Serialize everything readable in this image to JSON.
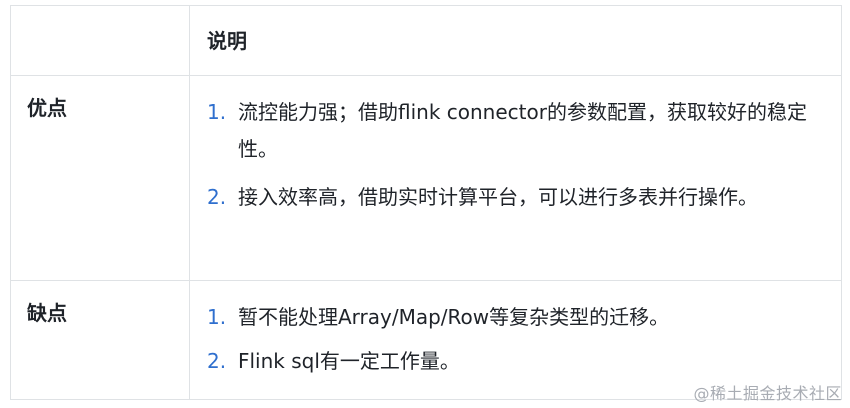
{
  "table": {
    "header": {
      "col1": "",
      "col2": "说明"
    },
    "rows": [
      {
        "label": "优点",
        "items": [
          {
            "num": "1.",
            "text": "流控能力强；借助flink connector的参数配置，获取较好的稳定性。"
          },
          {
            "num": "2.",
            "text": "接入效率高，借助实时计算平台，可以进行多表并行操作。"
          }
        ]
      },
      {
        "label": "缺点",
        "items": [
          {
            "num": "1.",
            "text": "暂不能处理Array/Map/Row等复杂类型的迁移。"
          },
          {
            "num": "2.",
            "text": "Flink sql有一定工作量。"
          }
        ]
      }
    ]
  },
  "watermark": "@稀土掘金技术社区",
  "colors": {
    "list_number": "#2f6fce",
    "border": "#dfe2e5",
    "text": "#1f2329"
  }
}
